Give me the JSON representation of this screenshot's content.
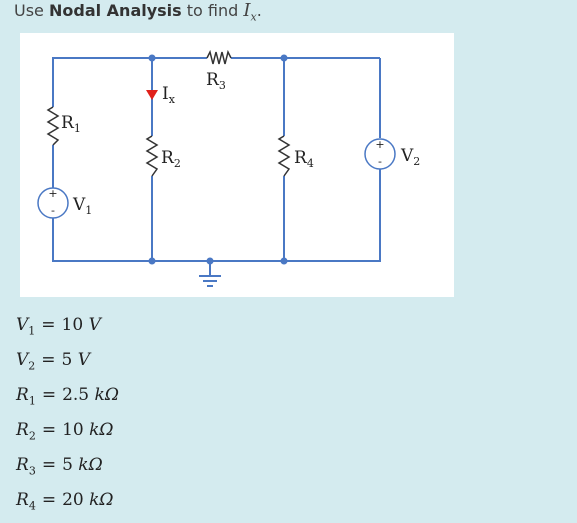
{
  "prompt": {
    "prefix": "Use ",
    "bold": "Nodal Analysis",
    "middle": " to find ",
    "variable": "I",
    "variable_sub": "x",
    "suffix": "."
  },
  "circuit": {
    "labels": {
      "R1": {
        "main": "R",
        "sub": "1"
      },
      "R2": {
        "main": "R",
        "sub": "2"
      },
      "R3": {
        "main": "R",
        "sub": "3"
      },
      "R4": {
        "main": "R",
        "sub": "4"
      },
      "V1": {
        "main": "V",
        "sub": "1"
      },
      "V2": {
        "main": "V",
        "sub": "2"
      },
      "Ix": {
        "main": "I",
        "sub": "x"
      }
    },
    "source_plus": "+",
    "source_minus": "-",
    "colors": {
      "wire": "#4a78c4",
      "resistor": "#333333",
      "arrow": "#e0201a",
      "background": "#ffffff"
    }
  },
  "equations": [
    {
      "var": "V",
      "sub": "1",
      "op": "=",
      "value": "10",
      "unit": "V"
    },
    {
      "var": "V",
      "sub": "2",
      "op": "=",
      "value": "5",
      "unit": "V"
    },
    {
      "var": "R",
      "sub": "1",
      "op": "=",
      "value": "2.5",
      "unit": "kΩ"
    },
    {
      "var": "R",
      "sub": "2",
      "op": "=",
      "value": "10",
      "unit": "kΩ"
    },
    {
      "var": "R",
      "sub": "3",
      "op": "=",
      "value": "5",
      "unit": "kΩ"
    },
    {
      "var": "R",
      "sub": "4",
      "op": "=",
      "value": "20",
      "unit": "kΩ"
    }
  ]
}
